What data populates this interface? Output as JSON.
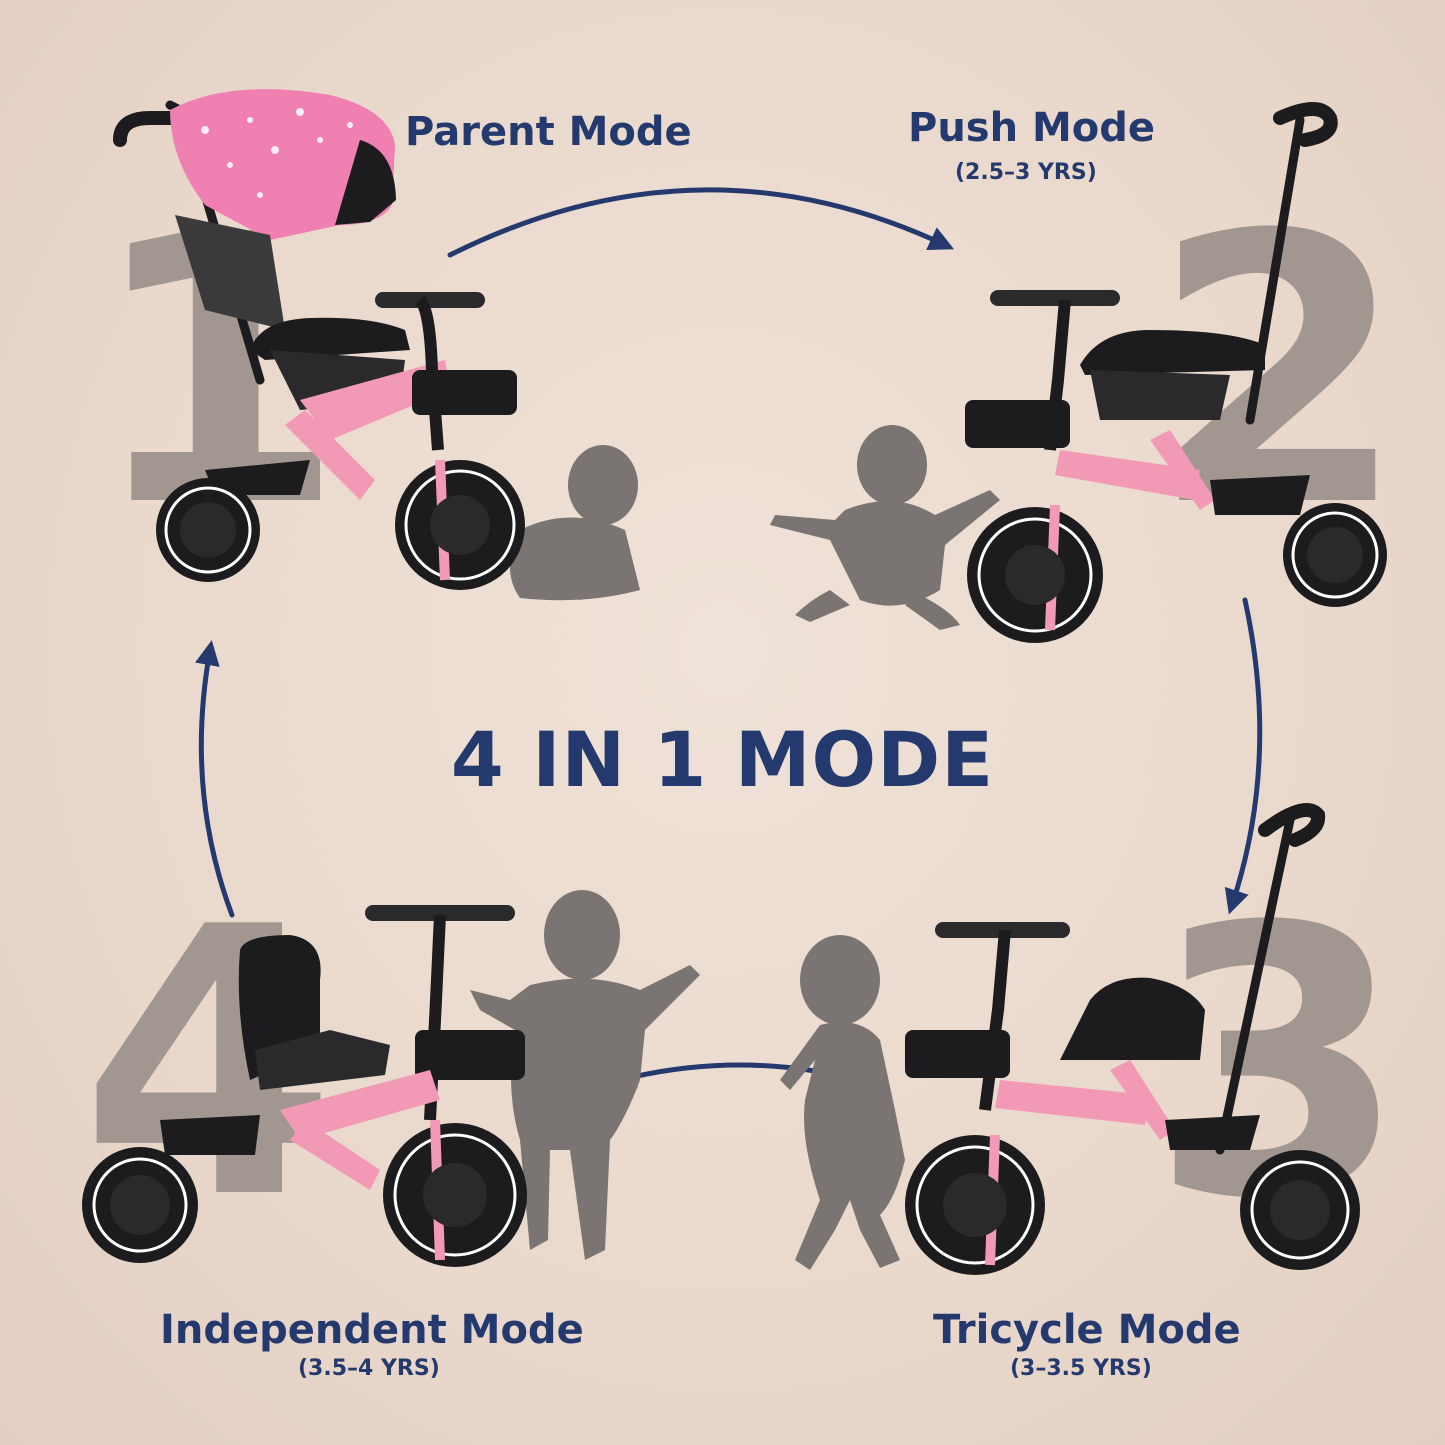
{
  "headline": "4 IN 1 MODE",
  "colors": {
    "navy": "#243a6e",
    "pink": "#f29ab5",
    "black": "#1c1c1e",
    "silhouette": "#7a7572",
    "number_gray": "#9a908a",
    "background": "#ecdcd1"
  },
  "modes": [
    {
      "number": "1",
      "title": "Parent Mode",
      "age": ""
    },
    {
      "number": "2",
      "title": "Push Mode",
      "age": "(2.5–3 YRS)"
    },
    {
      "number": "3",
      "title": "Tricycle Mode",
      "age": "(3–3.5 YRS)"
    },
    {
      "number": "4",
      "title": "Independent Mode",
      "age": "(3.5–4 YRS)"
    }
  ],
  "icons": [
    "tricycle-with-canopy",
    "tricycle-with-push-handle",
    "tricycle-with-push-handle",
    "tricycle",
    "baby-crawling-silhouette",
    "baby-sitting-silhouette",
    "toddler-walking-silhouette",
    "toddler-standing-silhouette",
    "cycle-arrow"
  ]
}
